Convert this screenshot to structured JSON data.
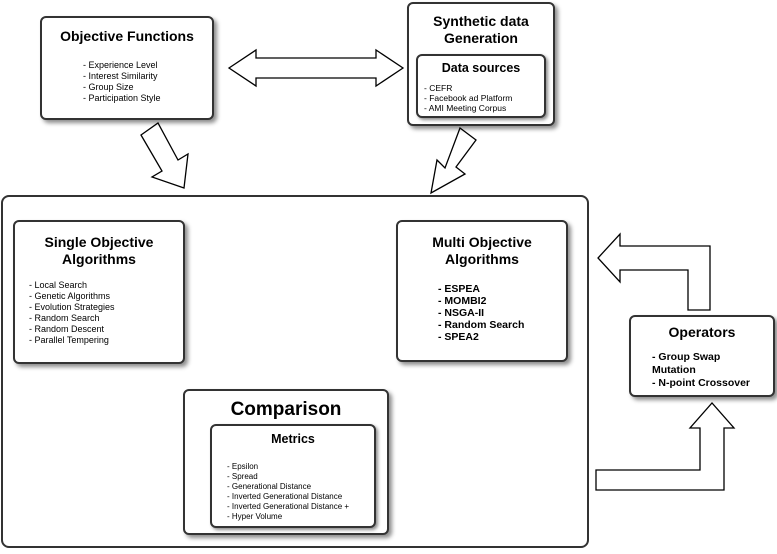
{
  "objective_functions": {
    "title": "Objective Functions",
    "items": [
      "Experience Level",
      "Interest Similarity",
      "Group Size",
      "Participation Style"
    ]
  },
  "synthetic_data": {
    "title_line1": "Synthetic data",
    "title_line2": "Generation",
    "data_sources": {
      "title": "Data sources",
      "items": [
        "CEFR",
        "Facebook ad Platform",
        "AMI Meeting Corpus"
      ]
    }
  },
  "single_objective": {
    "title_line1": "Single Objective",
    "title_line2": "Algorithms",
    "items": [
      "Local Search",
      "Genetic Algorithms",
      "Evolution Strategies",
      "Random Search",
      "Random Descent",
      "Parallel Tempering"
    ]
  },
  "multi_objective": {
    "title_line1": "Multi Objective",
    "title_line2": "Algorithms",
    "items": [
      "ESPEA",
      "MOMBI2",
      "NSGA-II",
      "Random Search",
      "SPEA2"
    ]
  },
  "comparison": {
    "title": "Comparison",
    "metrics": {
      "title": "Metrics",
      "items": [
        "Epsilon",
        "Spread",
        "Generational Distance",
        "Inverted Generational Distance",
        "Inverted Generational Distance +",
        "Hyper Volume"
      ]
    }
  },
  "operators": {
    "title": "Operators",
    "item1_line1": "- Group Swap",
    "item1_line2": "Mutation",
    "item2": "- N-point Crossover"
  }
}
